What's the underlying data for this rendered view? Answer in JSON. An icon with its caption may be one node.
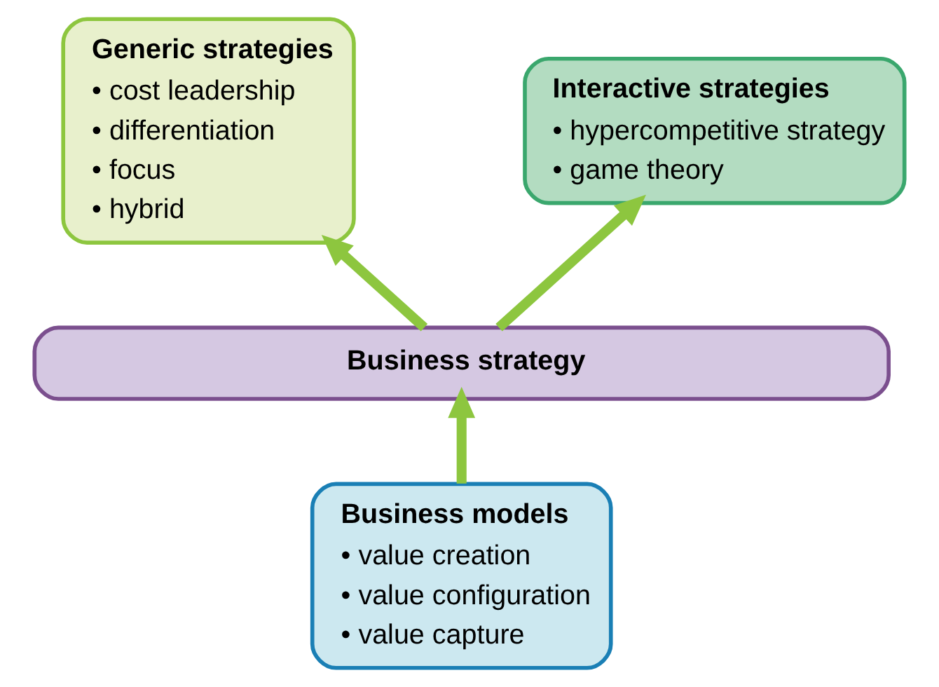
{
  "diagram": {
    "nodes": [
      {
        "text": [
          "Generic strategies",
          "• cost leadership",
          "• differentiation",
          "• focus",
          "• hybrid"
        ]
      },
      {
        "text": [
          "Interactive strategies",
          "• hypercompetitive strategy",
          "• game theory"
        ]
      },
      {
        "text": [
          "Business strategy"
        ]
      },
      {
        "text": [
          "Business models",
          "• value creation",
          "• value configuration",
          "• value capture"
        ]
      }
    ],
    "edges": [
      {
        "from": 2,
        "to": 0,
        "arrow": "to"
      },
      {
        "from": 2,
        "to": 1,
        "arrow": "to"
      },
      {
        "from": 3,
        "to": 2,
        "arrow": "to"
      }
    ]
  }
}
